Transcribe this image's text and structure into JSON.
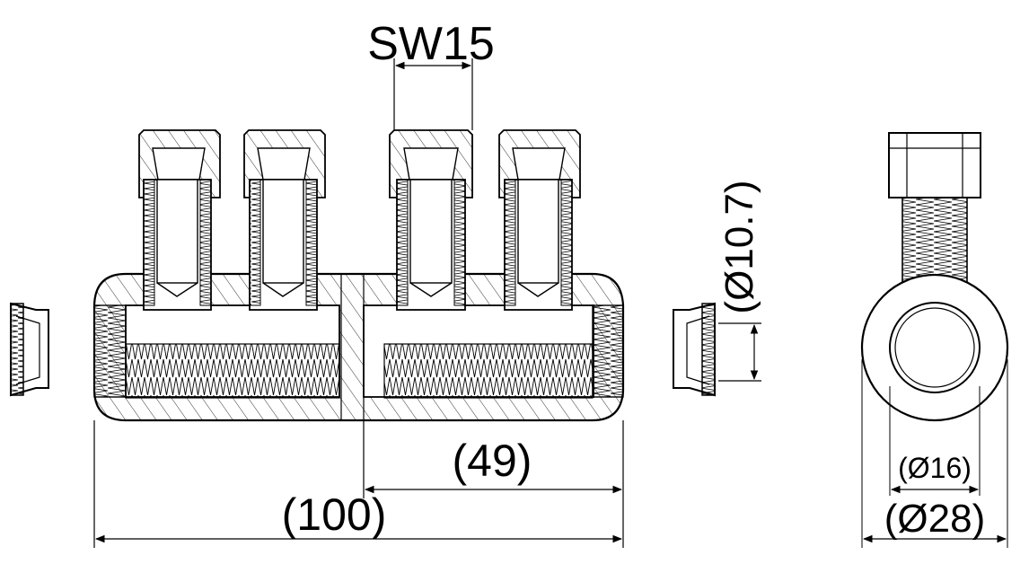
{
  "dimensions": {
    "wrench_size": "SW15",
    "thread_diameter": "(Ø10.7)",
    "half_length": "(49)",
    "total_length": "(100)",
    "bore_diameter": "(Ø16)",
    "outer_diameter": "(Ø28)"
  },
  "colors": {
    "line": "#000000",
    "background": "#ffffff"
  }
}
